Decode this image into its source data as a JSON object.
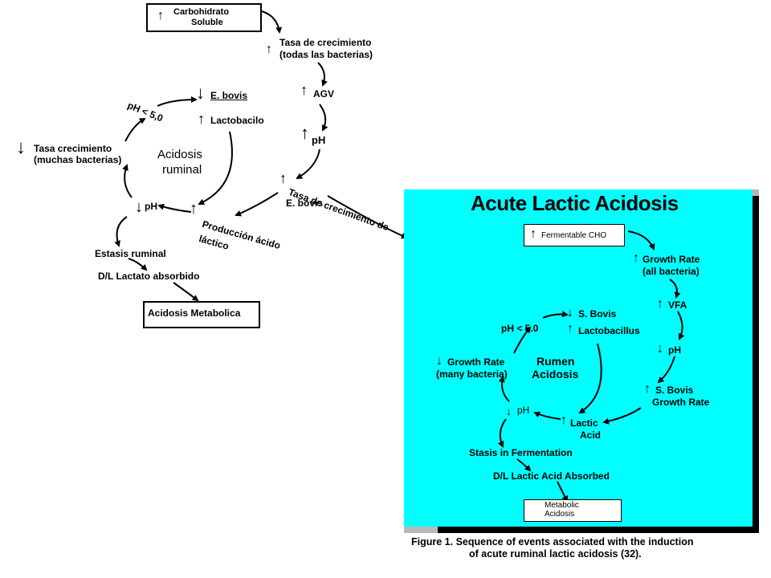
{
  "spanish": {
    "carbohidrato_line1": "Carbohidrato",
    "carbohidrato_line2": "Soluble",
    "tasa_line1": "Tasa de crecimiento",
    "tasa_line2": "(todas las bacterias)",
    "agv": "AGV",
    "ph_right": "pH",
    "tasa_ebovis_line1": "Tasa de crecimiento de",
    "tasa_ebovis_line2": "E. bovis",
    "e_bovis": "E. bovis",
    "lactobacilo": "Lactobacilo",
    "ph_lt": "pH < 5,0",
    "tasa_muchas_line1": "Tasa crecimiento",
    "tasa_muchas_line2": "(muchas bacterias)",
    "center_line1": "Acidosis",
    "center_line2": "ruminal",
    "ph_left": "pH",
    "produccion_line1": "Producción ácido",
    "produccion_line2": "láctico",
    "estasis": "Estasis ruminal",
    "lactato": "D/L Lactato absorbido",
    "metabolica": "Acidosis Metabolica"
  },
  "english": {
    "title": "Acute Lactic Acidosis",
    "fermentable": "Fermentable CHO",
    "growth_all_line1": "Growth Rate",
    "growth_all_line2": "(all bacteria)",
    "vfa": "VFA",
    "ph_right": "pH",
    "sbovis_growth_line1": "S. Bovis",
    "sbovis_growth_line2": "Growth Rate",
    "s_bovis": "S. Bovis",
    "lactobacillus": "Lactobacillus",
    "ph_lt": "pH < 5.0",
    "growth_many_line1": "Growth Rate",
    "growth_many_line2": "(many bacteria)",
    "center_line1": "Rumen",
    "center_line2": "Acidosis",
    "ph_left": "pH",
    "lactic_line1": "Lactic",
    "lactic_line2": "Acid",
    "stasis": "Stasis in Fermentation",
    "absorbed": "D/L Lactic Acid Absorbed",
    "metabolic_line1": "Metabolic",
    "metabolic_line2": "Acidosis"
  },
  "caption": {
    "line1": "Figure 1.  Sequence of events associated with the induction",
    "line2": "of acute ruminal lactic acidosis (32)."
  },
  "glyphs": {
    "up": "↑",
    "down": "↓"
  },
  "colors": {
    "panel": "#00ffff",
    "shadow": "#000000",
    "text": "#000000"
  }
}
